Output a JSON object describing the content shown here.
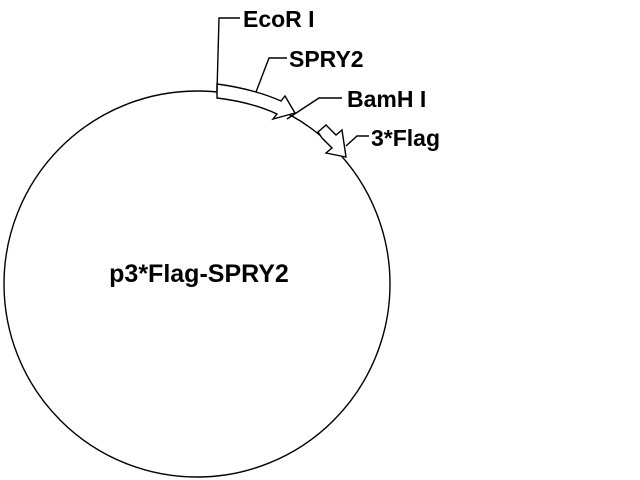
{
  "plasmid": {
    "name": "p3*Flag-SPRY2"
  },
  "features": {
    "ecori": "EcoR I",
    "spry2": "SPRY2",
    "bamhi": "BamH I",
    "flag": "3*Flag"
  },
  "colors": {
    "stroke": "#000000",
    "background": "#ffffff"
  }
}
